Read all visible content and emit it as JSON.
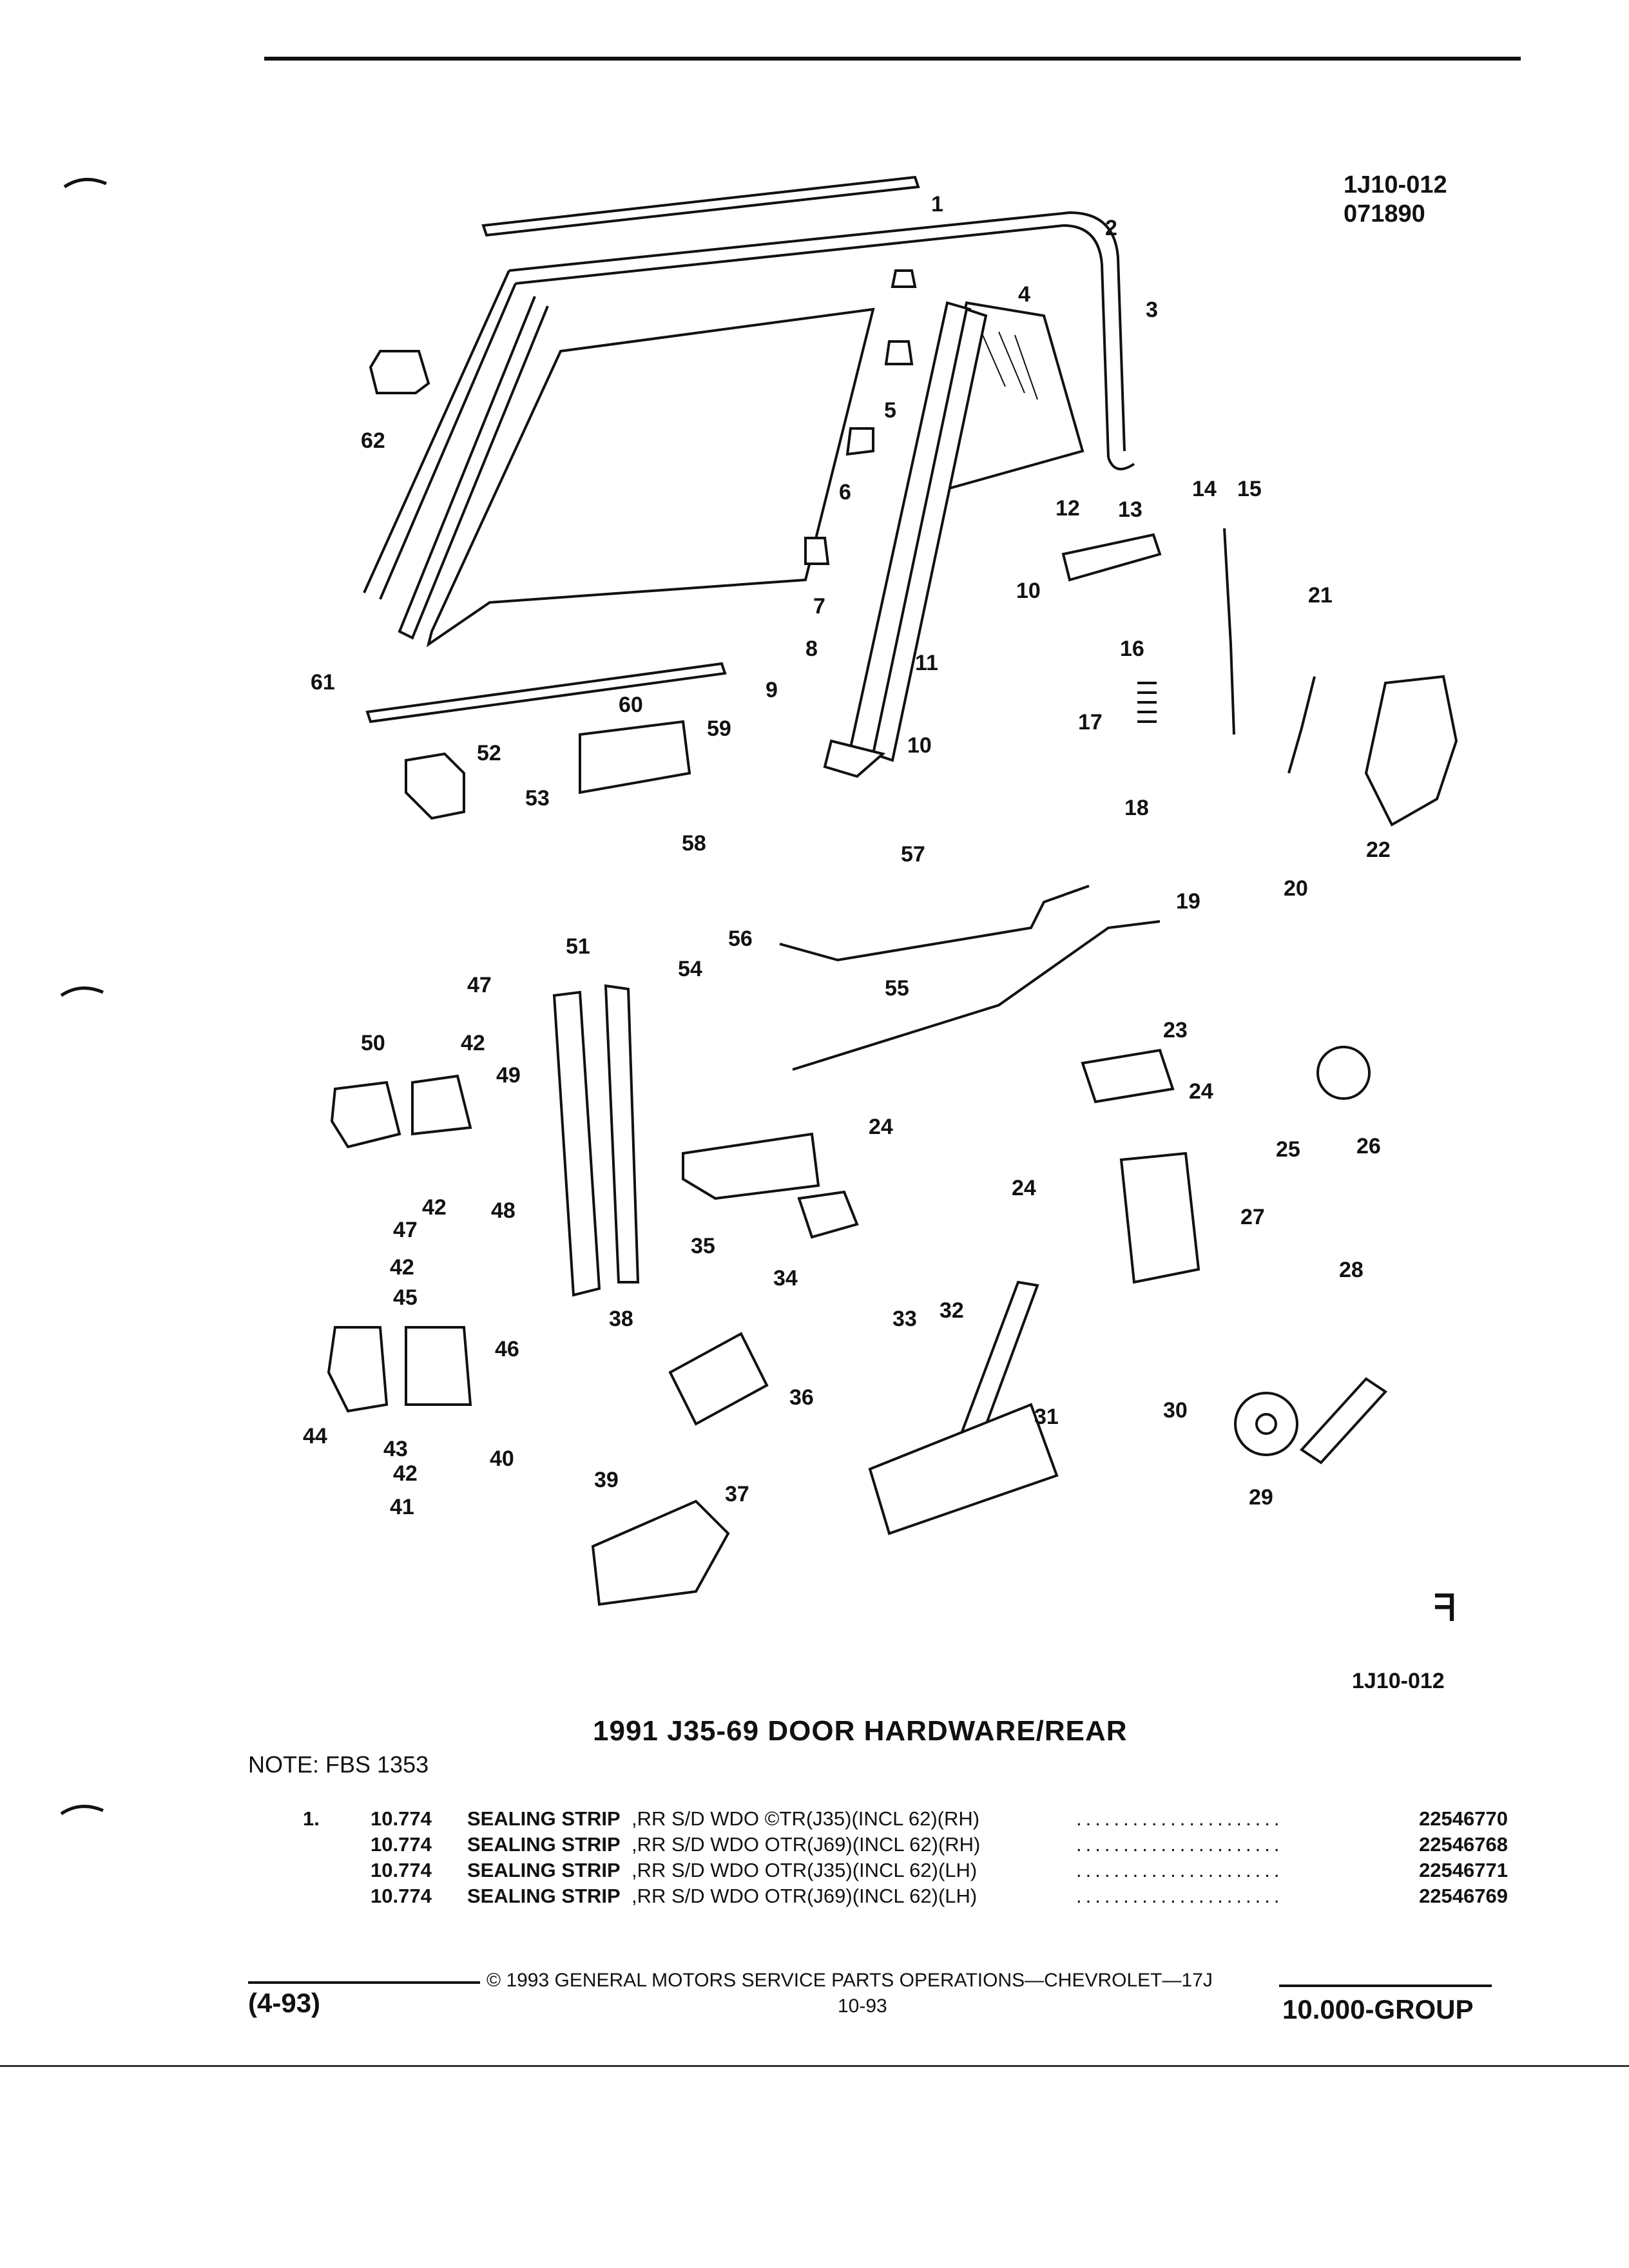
{
  "header": {
    "code": "1J10-012",
    "date": "071890"
  },
  "diagram": {
    "callouts": [
      "1",
      "2",
      "3",
      "4",
      "5",
      "6",
      "7",
      "8",
      "9",
      "10",
      "10",
      "10",
      "11",
      "12",
      "13",
      "14",
      "15",
      "16",
      "17",
      "18",
      "19",
      "20",
      "21",
      "22",
      "23",
      "24",
      "24",
      "24",
      "25",
      "26",
      "27",
      "28",
      "29",
      "30",
      "31",
      "32",
      "33",
      "34",
      "35",
      "36",
      "37",
      "38",
      "39",
      "40",
      "41",
      "42",
      "42",
      "42",
      "42",
      "43",
      "44",
      "45",
      "46",
      "47",
      "47",
      "48",
      "49",
      "50",
      "51",
      "52",
      "53",
      "54",
      "55",
      "56",
      "57",
      "58",
      "59",
      "60",
      "61",
      "62"
    ],
    "logo_mark": "ᖷ",
    "ref_code": "1J10-012"
  },
  "title": "1991 J35-69 DOOR HARDWARE/REAR",
  "note": "NOTE:  FBS 1353",
  "parts": [
    {
      "index": "1.",
      "group": "10.774",
      "name": "SEALING STRIP",
      "desc": ",RR S/D WDO ©TR(J35)(INCL 62)(RH)",
      "dots": "......................",
      "pn": "22546770"
    },
    {
      "index": "",
      "group": "10.774",
      "name": "SEALING STRIP",
      "desc": ",RR S/D WDO OTR(J69)(INCL 62)(RH)",
      "dots": "......................",
      "pn": "22546768"
    },
    {
      "index": "",
      "group": "10.774",
      "name": "SEALING STRIP",
      "desc": ",RR S/D WDO OTR(J35)(INCL 62)(LH)",
      "dots": "......................",
      "pn": "22546771"
    },
    {
      "index": "",
      "group": "10.774",
      "name": "SEALING STRIP",
      "desc": ",RR S/D WDO OTR(J69)(INCL 62)(LH)",
      "dots": "......................",
      "pn": "22546769"
    }
  ],
  "footer": {
    "left": "(4-93)",
    "copyright": "©  1993  GENERAL MOTORS SERVICE PARTS OPERATIONS—CHEVROLET—17J",
    "page": "10-93",
    "right": "10.000-GROUP"
  }
}
